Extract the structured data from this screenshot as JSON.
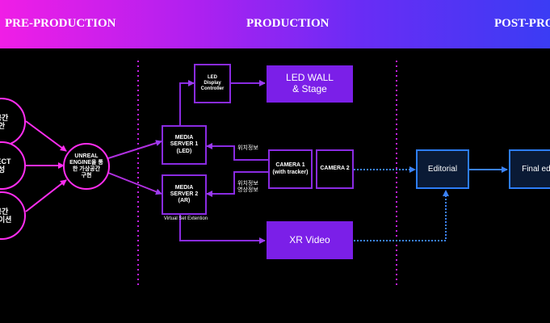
{
  "phases": {
    "pre_production": "PRE-PRODUCTION",
    "production": "PRODUCTION",
    "post_production": "POST-PRO"
  },
  "pre_nodes": {
    "circle_top": "공간\n안",
    "circle_mid": "JECT\n성",
    "circle_bot": "공간\n베이션",
    "unreal": "UNREAL\nENGINE을 통\n한 가상공간\n구현"
  },
  "production_nodes": {
    "led_controller": "LED\nDisplay\nController",
    "led_wall": "LED WALL\n& Stage",
    "media_server_1": "MEDIA\nSERVER 1\n(LED)",
    "media_server_2": "MEDIA\nSERVER 2\n(AR)",
    "camera_1": "CAMERA 1\n(with tracker)",
    "camera_2": "CAMERA 2",
    "xr_video": "XR Video"
  },
  "labels": {
    "position_info": "위치정보",
    "position_video_info": "위치정보\n영상정보",
    "virtual_set": "Virtual Set Extention"
  },
  "post_nodes": {
    "editorial": "Editorial",
    "final_edit": "Final edi"
  },
  "colors": {
    "banner_start": "#f01ee6",
    "banner_end": "#3b3cf4",
    "pre_accent": "#ff2df0",
    "production_accent": "#8a2be2",
    "production_fill": "#7b1fe8",
    "post_accent": "#2d7df6"
  }
}
